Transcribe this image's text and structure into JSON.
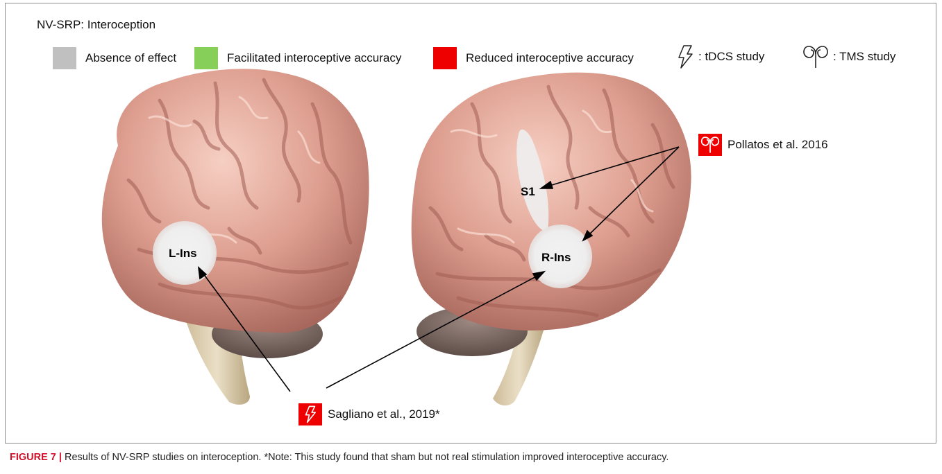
{
  "figure_title": "NV-SRP: Interoception",
  "legend": {
    "absent": {
      "label": "Absence of effect",
      "color": "#c0c0c0"
    },
    "facilitated": {
      "label": "Facilitated interoceptive accuracy",
      "color": "#86d05a"
    },
    "reduced": {
      "label": "Reduced interoceptive accuracy",
      "color": "#ee0000"
    },
    "tdcs": {
      "label": ": tDCS study",
      "icon": "lightning-icon"
    },
    "tms": {
      "label": ": TMS study",
      "icon": "tms-coil-icon"
    }
  },
  "regions": {
    "left_insula": "L-Ins",
    "right_insula": "R-Ins",
    "s1": "S1"
  },
  "studies": {
    "pollatos": {
      "label": "Pollatos et al. 2016",
      "type": "TMS",
      "effect": "reduced"
    },
    "sagliano": {
      "label": "Sagliano et al., 2019*",
      "type": "tDCS",
      "effect": "reduced"
    }
  },
  "caption": {
    "lead": "FIGURE 7 |",
    "text": " Results of NV-SRP studies on interoception. *Note: This study found that sham but not real stimulation improved interoceptive accuracy."
  }
}
